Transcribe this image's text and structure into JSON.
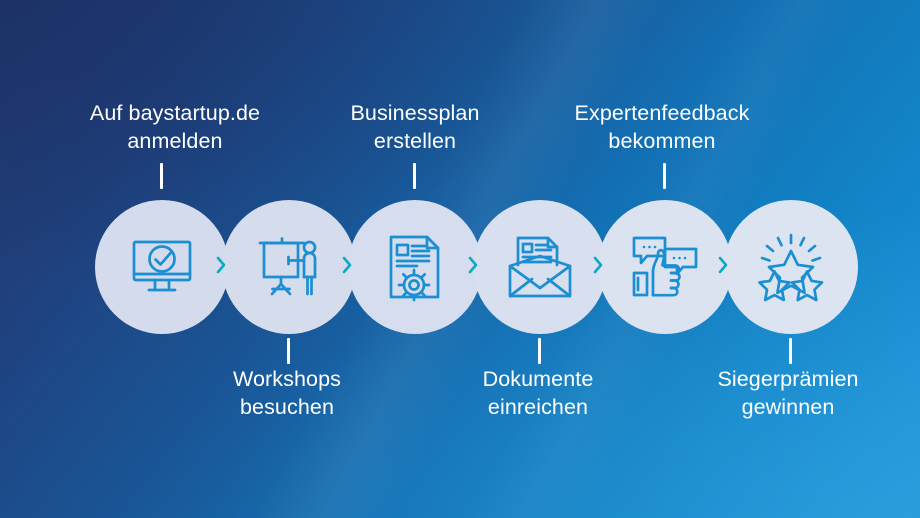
{
  "diagram": {
    "type": "process-flow",
    "title_visible": false,
    "background": {
      "gradient_from": "#243e74",
      "gradient_to": "#1b92d6",
      "direction": "top-left to bottom-right"
    },
    "circle_fill": "#d6dcec",
    "icon_color": "#1a8fd1",
    "chevron_color": "#0aa9c2",
    "label_color": "#ffffff",
    "steps": [
      {
        "index": 1,
        "line1": "Auf baystartup.de",
        "line2": "anmelden",
        "position": "above",
        "icon": "monitor-check-icon",
        "icon_label": "Monitor mit Häkchen"
      },
      {
        "index": 2,
        "line1": "Workshops",
        "line2": "besuchen",
        "position": "below",
        "icon": "presentation-presenter-icon",
        "icon_label": "Präsentationstafel mit Vortragendem"
      },
      {
        "index": 3,
        "line1": "Businessplan",
        "line2": "erstellen",
        "position": "above",
        "icon": "document-gear-icon",
        "icon_label": "Dokument mit Zahnrad"
      },
      {
        "index": 4,
        "line1": "Dokumente",
        "line2": "einreichen",
        "position": "below",
        "icon": "envelope-document-icon",
        "icon_label": "Offener Briefumschlag mit Dokument"
      },
      {
        "index": 5,
        "line1": "Expertenfeedback",
        "line2": "bekommen",
        "position": "above",
        "icon": "thumbs-up-chat-icon",
        "icon_label": "Daumen hoch mit Sprechblasen"
      },
      {
        "index": 6,
        "line1": "Siegerprämien",
        "line2": "gewinnen",
        "position": "below",
        "icon": "three-stars-icon",
        "icon_label": "Drei Sterne mit Strahlen"
      }
    ],
    "separators": [
      {
        "index": 1,
        "icon": "chevron-right-icon"
      },
      {
        "index": 2,
        "icon": "chevron-right-icon"
      },
      {
        "index": 3,
        "icon": "chevron-right-icon"
      },
      {
        "index": 4,
        "icon": "chevron-right-icon"
      },
      {
        "index": 5,
        "icon": "chevron-right-icon"
      }
    ]
  }
}
